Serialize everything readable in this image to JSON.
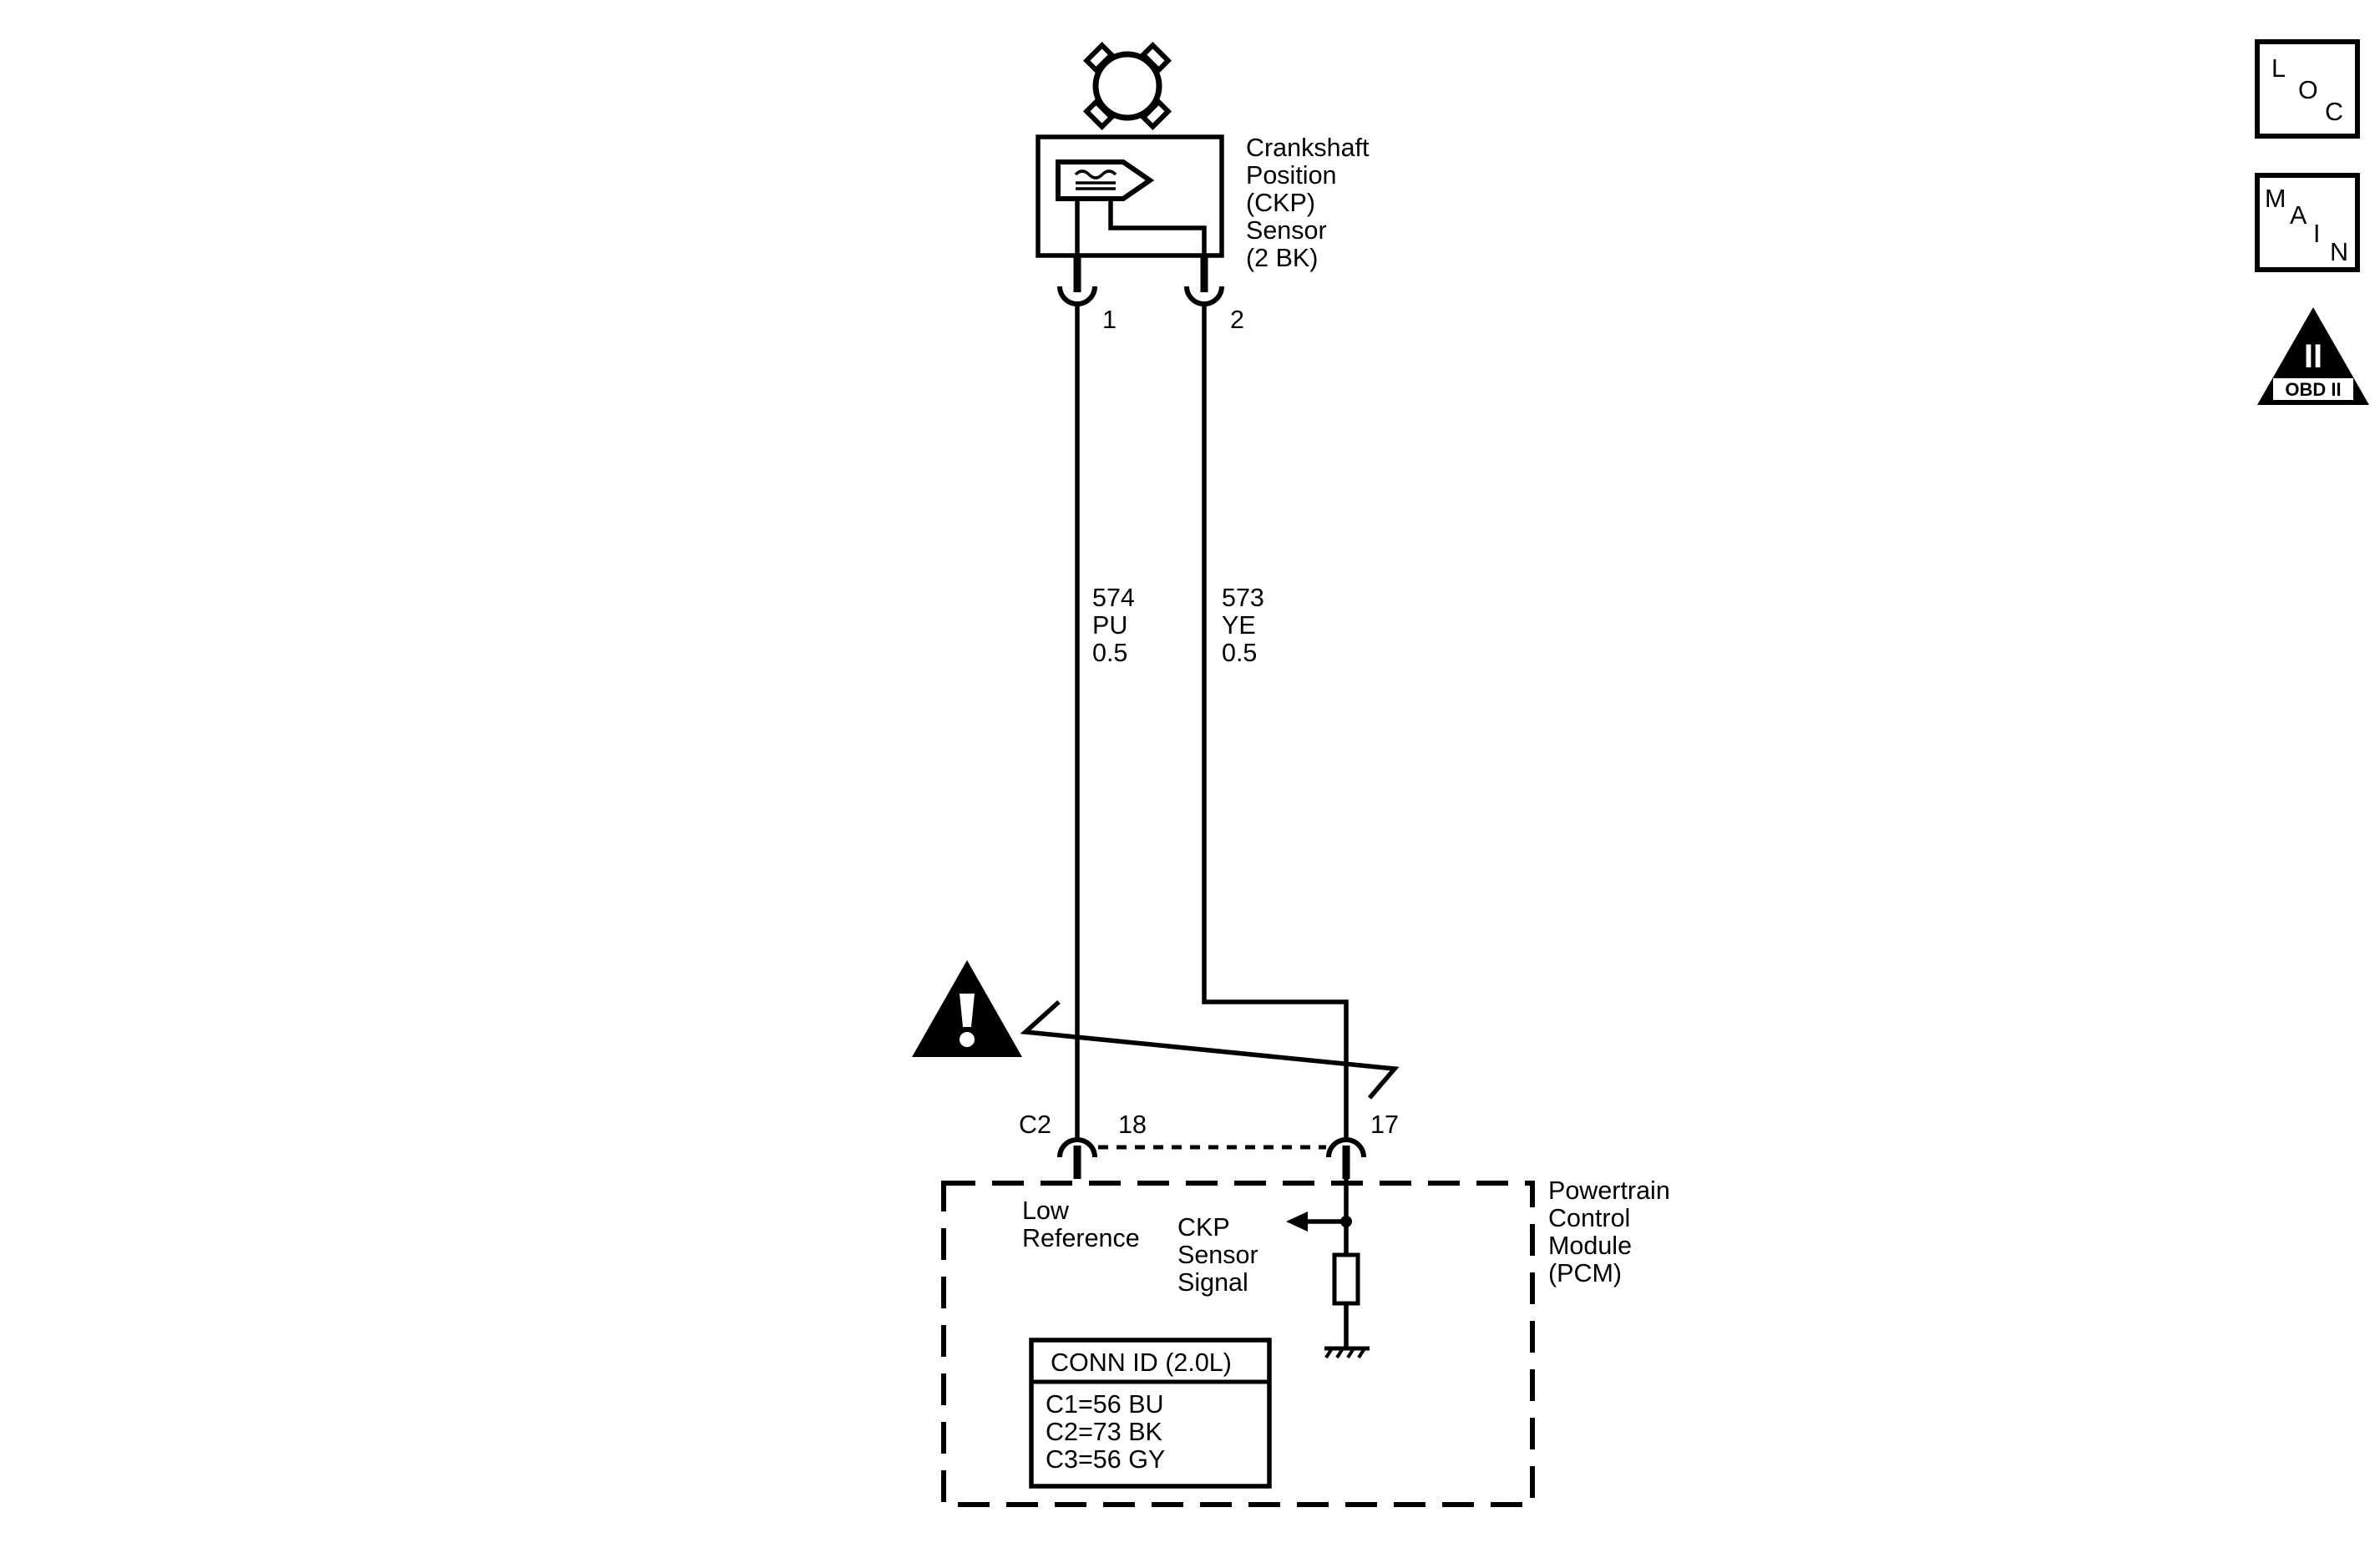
{
  "ckp_sensor": {
    "label_lines": [
      "Crankshaft",
      "Position",
      "(CKP)",
      "Sensor",
      "(2 BK)"
    ],
    "pin_1": "1",
    "pin_2": "2"
  },
  "wires": [
    {
      "circuit": "574",
      "color": "PU",
      "size": "0.5"
    },
    {
      "circuit": "573",
      "color": "YE",
      "size": "0.5"
    }
  ],
  "pcm": {
    "label_lines": [
      "Powertrain",
      "Control",
      "Module",
      "(PCM)"
    ],
    "connector": "C2",
    "pin_low_ref": "18",
    "pin_signal": "17",
    "low_reference_lines": [
      "Low",
      "Reference"
    ],
    "signal_lines": [
      "CKP",
      "Sensor",
      "Signal"
    ]
  },
  "conn_id": {
    "title": "CONN ID (2.0L)",
    "rows": [
      "C1=56 BU",
      "C2=73 BK",
      "C3=56 GY"
    ]
  },
  "nav_icons": {
    "loc": [
      "L",
      "O",
      "C"
    ],
    "main": [
      "M",
      "A",
      "I",
      "N"
    ],
    "obd": {
      "numeral": "II",
      "text": "OBD II"
    }
  },
  "icons": [
    "caution-icon",
    "engine-gear-icon",
    "ground-icon",
    "resistor-icon"
  ]
}
